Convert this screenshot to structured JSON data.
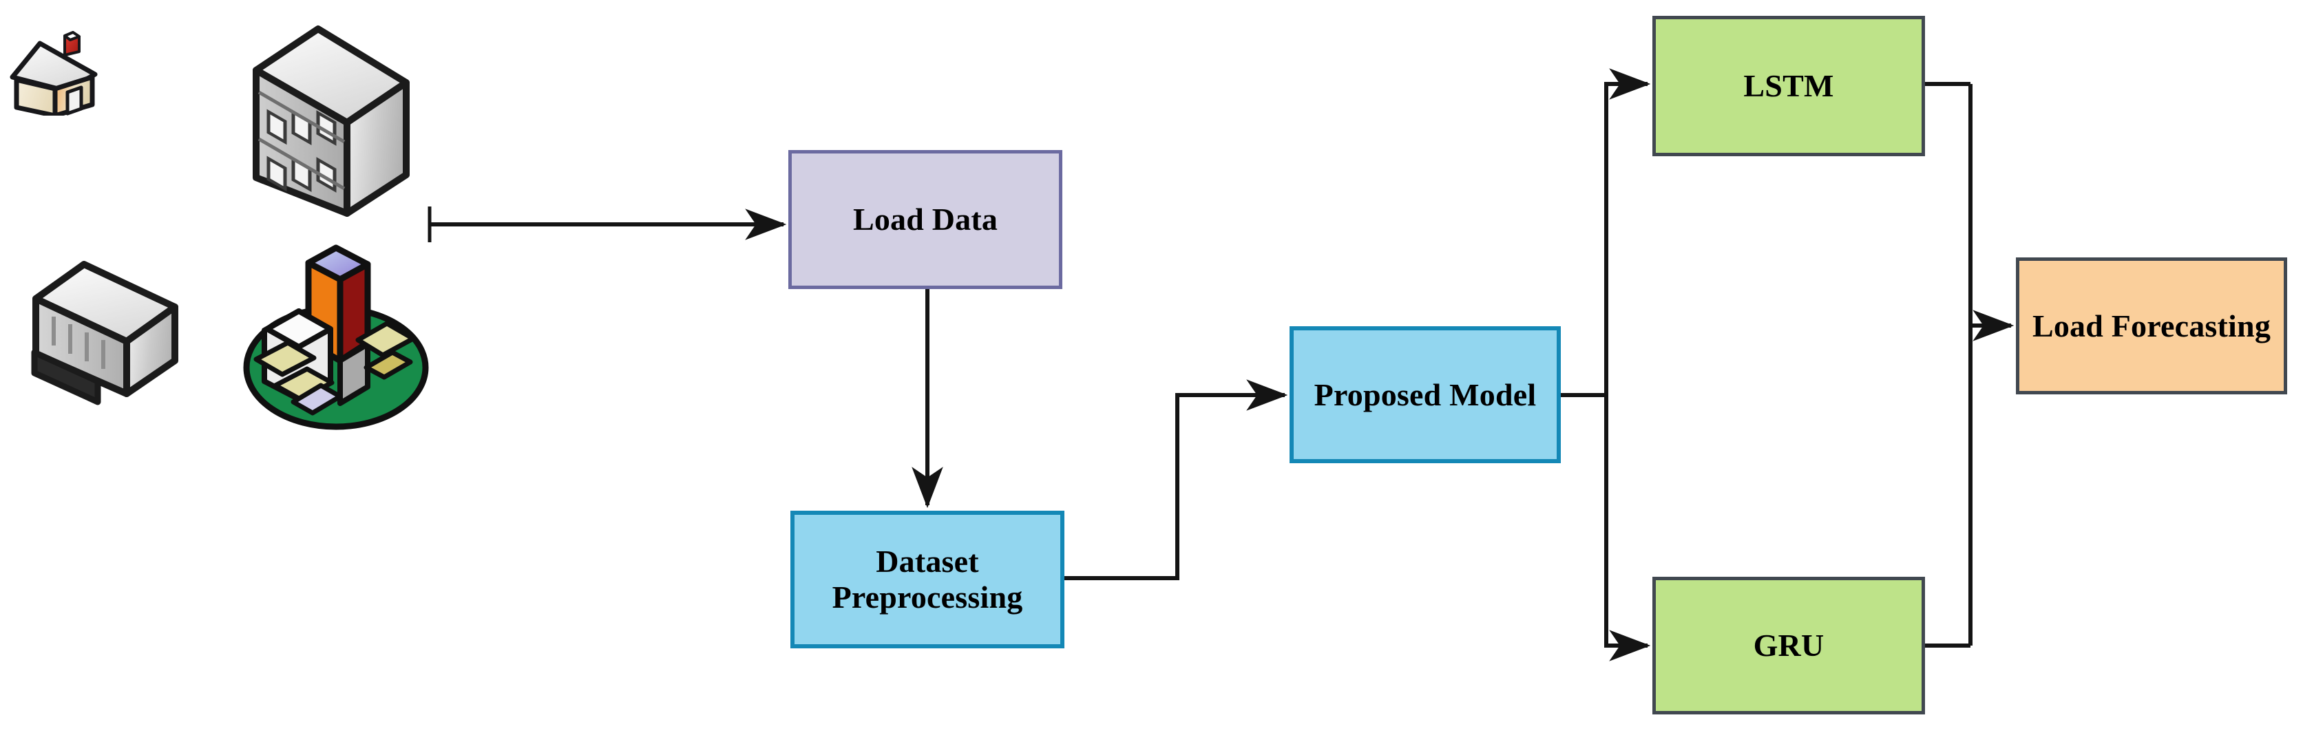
{
  "diagram": {
    "title": "Load Forecasting Pipeline Flowchart",
    "background_color": "#ffffff",
    "nodes": [
      {
        "id": "load-data",
        "label": "Load Data",
        "fill": "#D2CFE3",
        "border": "#6B6AA0"
      },
      {
        "id": "dataset-preprocessing",
        "label": "Dataset\nPreprocessing",
        "fill": "#92D6EF",
        "border": "#1488B6"
      },
      {
        "id": "proposed-model",
        "label": "Proposed Model",
        "fill": "#92D6EF",
        "border": "#1488B6"
      },
      {
        "id": "lstm",
        "label": "LSTM",
        "fill": "#BEE389",
        "border": "#414850"
      },
      {
        "id": "gru",
        "label": "GRU",
        "fill": "#BEE389",
        "border": "#414850"
      },
      {
        "id": "load-forecasting",
        "label": "Load Forecasting",
        "fill": "#FACF9B",
        "border": "#414850"
      }
    ],
    "edges": [
      {
        "id": "sources-to-load-data",
        "from": "consumer-icons",
        "to": "load-data",
        "style": "straight-arrow"
      },
      {
        "id": "load-data-to-dataset",
        "from": "load-data",
        "to": "dataset-preprocessing",
        "style": "straight-arrow"
      },
      {
        "id": "dataset-to-proposed",
        "from": "dataset-preprocessing",
        "to": "proposed-model",
        "style": "elbow-arrow"
      },
      {
        "id": "proposed-to-lstm",
        "from": "proposed-model",
        "to": "lstm",
        "style": "elbow-arrow"
      },
      {
        "id": "proposed-to-gru",
        "from": "proposed-model",
        "to": "gru",
        "style": "elbow-arrow"
      },
      {
        "id": "lstm-gru-to-forecasting",
        "from": "lstm-and-gru",
        "to": "load-forecasting",
        "style": "merge-arrow"
      }
    ],
    "edge_color": "#1a1a1a",
    "icons": [
      {
        "id": "house",
        "name": "house-icon",
        "description": "Isometric residential house with red chimney"
      },
      {
        "id": "office",
        "name": "office-building-icon",
        "description": "Isometric gray multi-storey office building"
      },
      {
        "id": "warehouse",
        "name": "warehouse-icon",
        "description": "Isometric gray industrial warehouse"
      },
      {
        "id": "city",
        "name": "city-icon",
        "description": "Isometric city block with tower on green base"
      }
    ]
  }
}
